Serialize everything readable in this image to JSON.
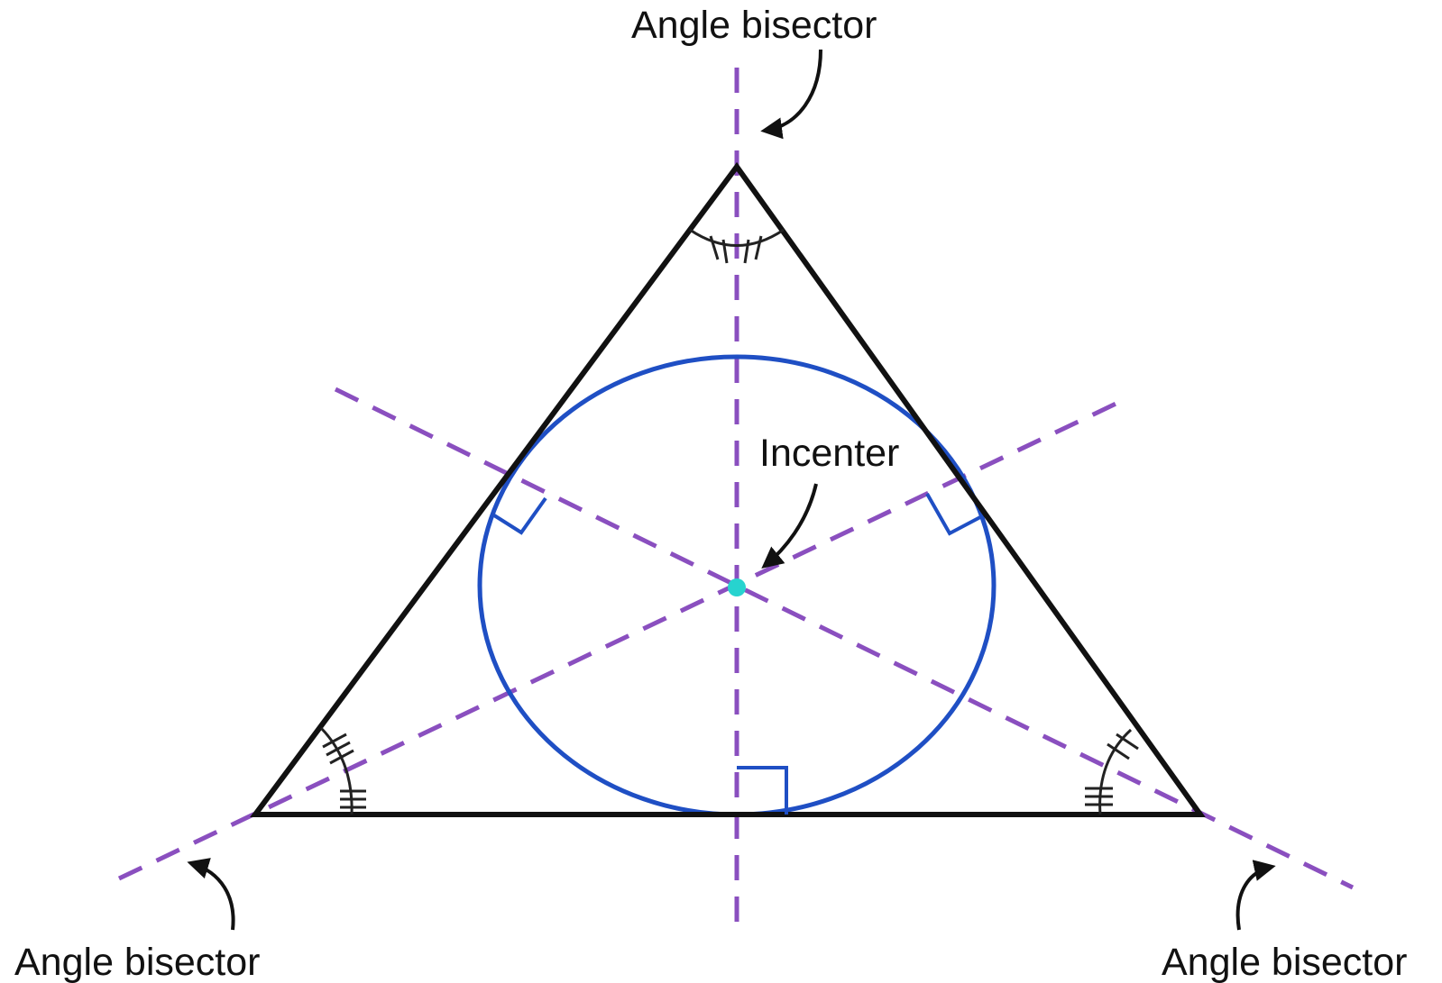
{
  "labels": {
    "top_bisector": "Angle bisector",
    "left_bisector": "Angle bisector",
    "right_bisector": "Angle bisector",
    "incenter": "Incenter"
  },
  "colors": {
    "triangle": "#111111",
    "bisector": "#8a4fbf",
    "incircle": "#1f4fc4",
    "incenter": "#27d3cf",
    "right_angle_mark": "#1f4fc4",
    "angle_mark": "#222222"
  }
}
